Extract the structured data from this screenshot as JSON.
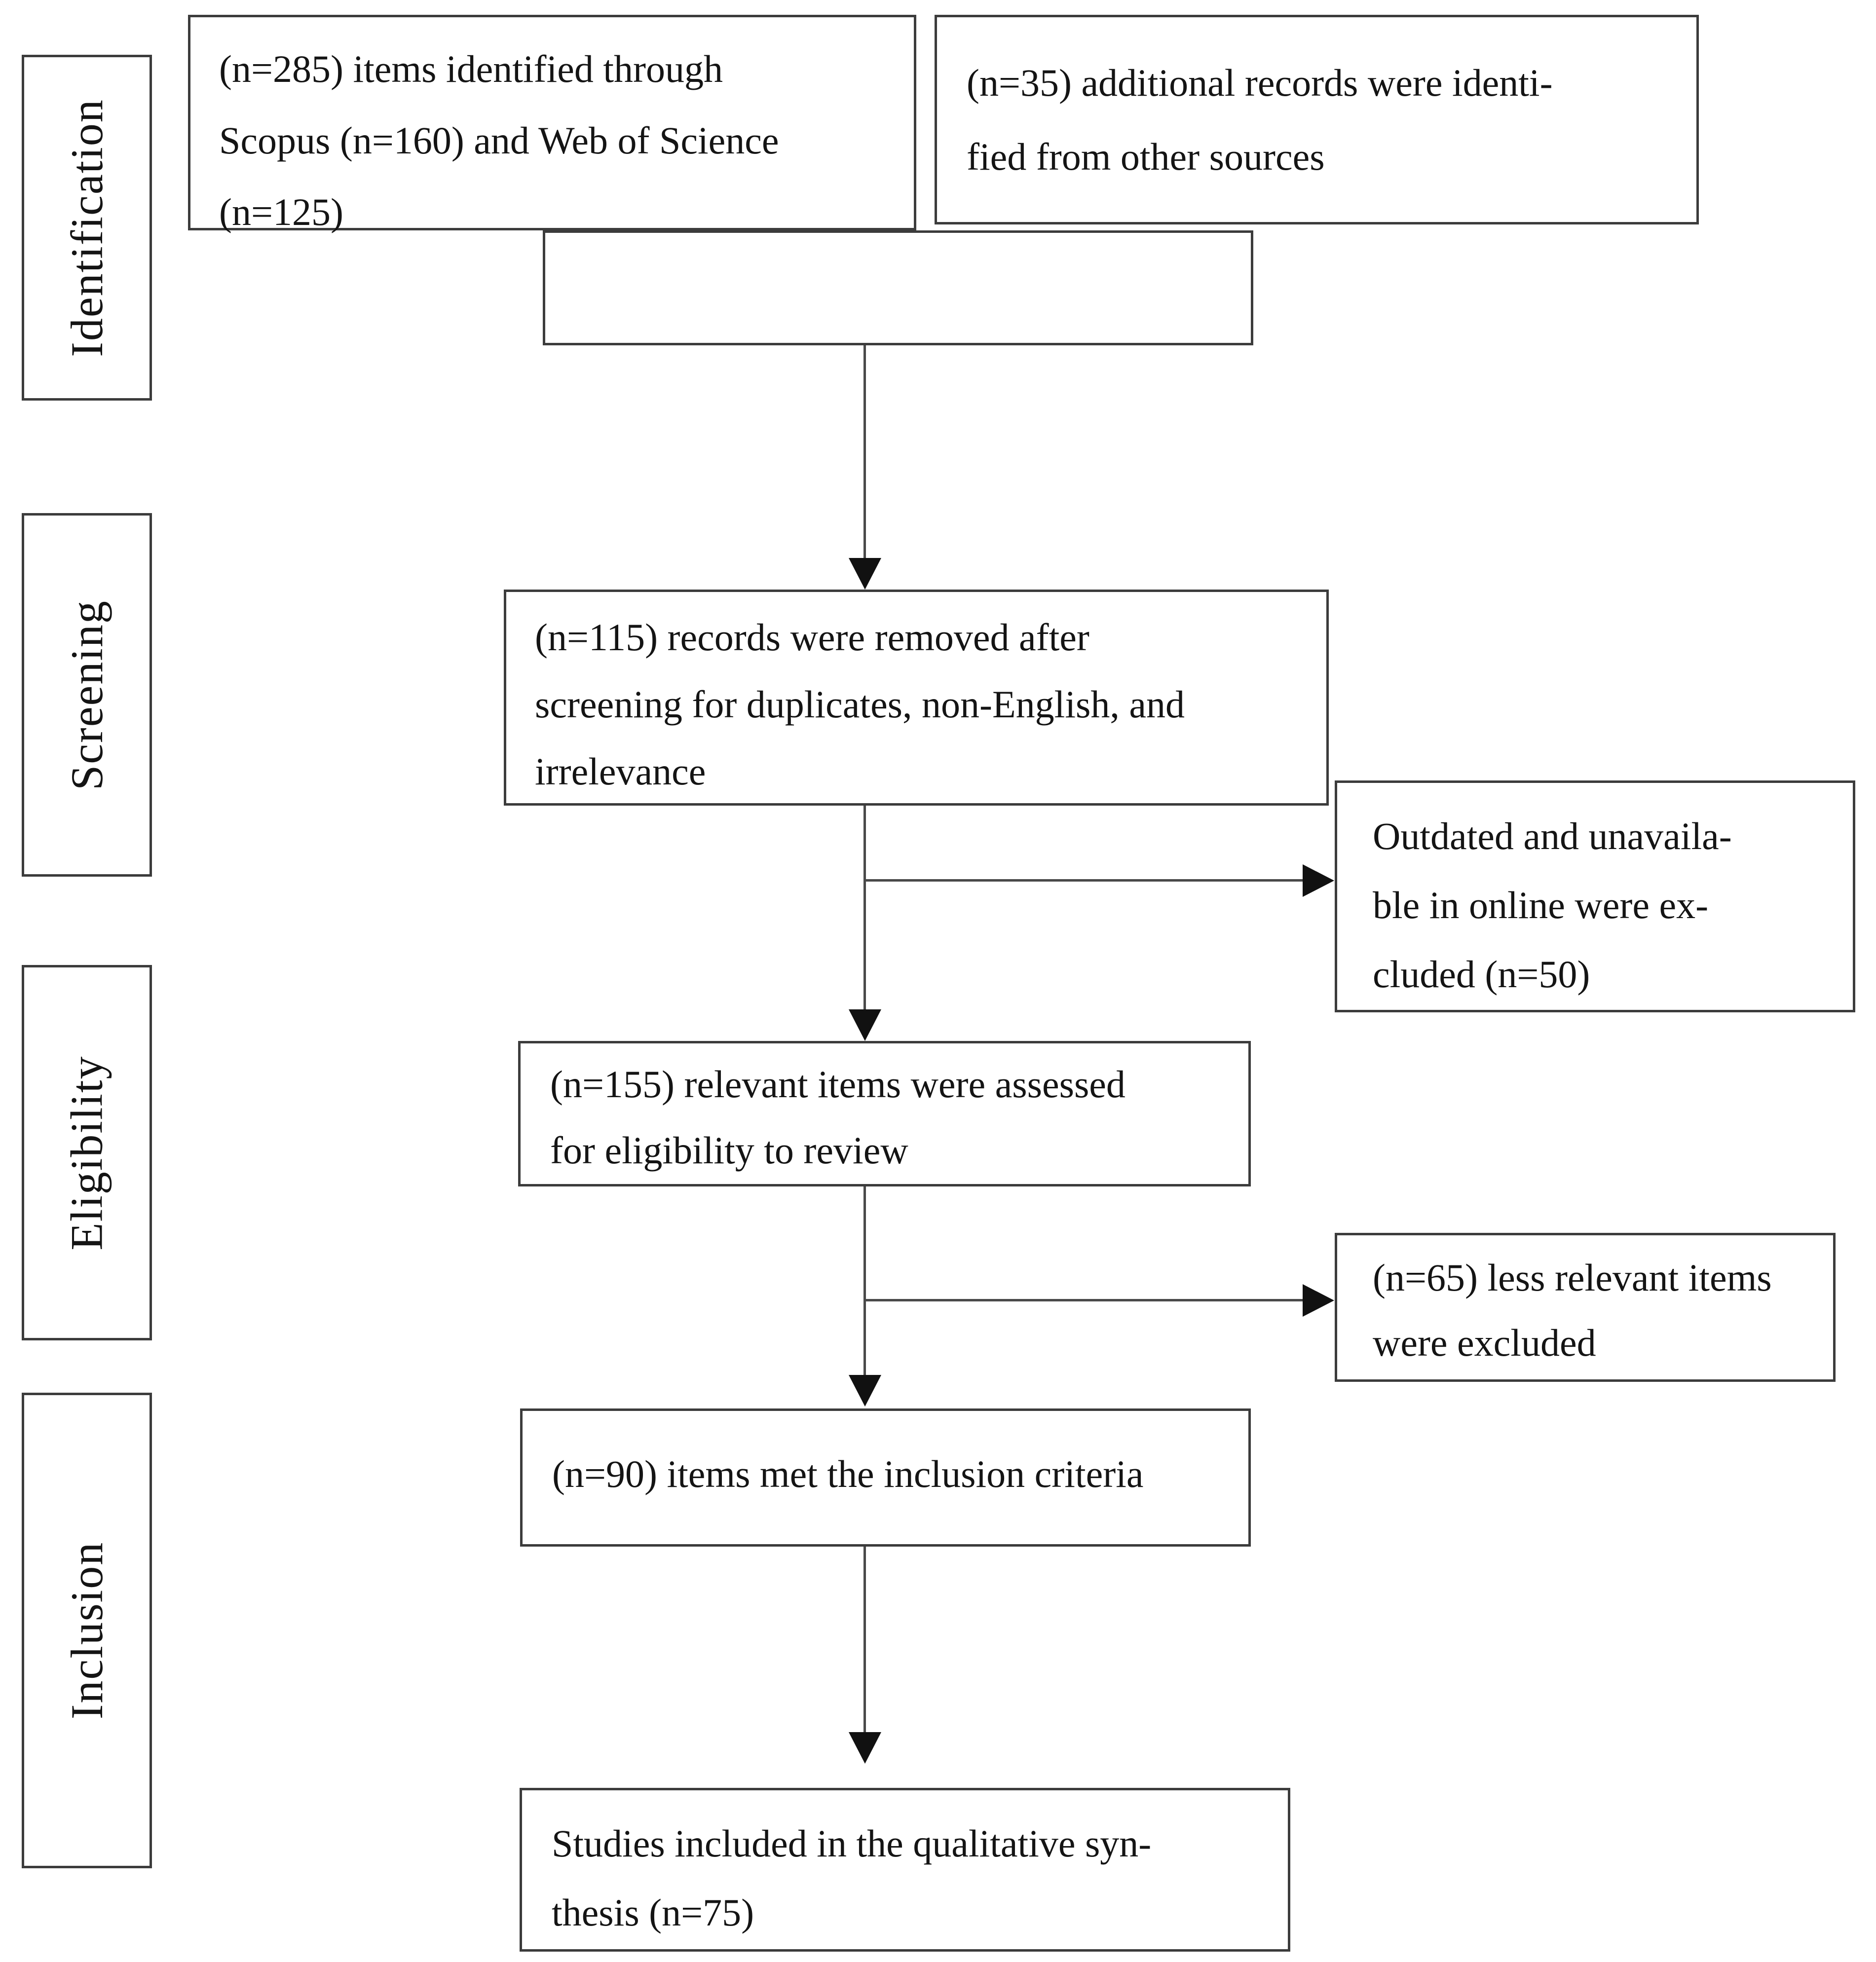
{
  "stages": [
    {
      "label": "Identification"
    },
    {
      "label": "Screening"
    },
    {
      "label": "Eligibility"
    },
    {
      "label": "Inclusion"
    }
  ],
  "boxes": {
    "identified": {
      "lines": [
        "(n=285) items identified through",
        "Scopus (n=160) and Web of Science",
        "(n=125)"
      ]
    },
    "additional": {
      "lines": [
        "(n=35) additional records were identi-",
        "fied from other sources"
      ]
    },
    "removed": {
      "lines": [
        "(n=115) records were removed after",
        "screening for duplicates, non-English, and",
        "irrelevance"
      ]
    },
    "outdated": {
      "lines": [
        "Outdated and unavaila-",
        "ble in online were ex-",
        "cluded (n=50)"
      ]
    },
    "assessed": {
      "lines": [
        "(n=155) relevant items were assessed",
        "for eligibility to review"
      ]
    },
    "less_relevant": {
      "lines": [
        "(n=65) less relevant items",
        "were excluded"
      ]
    },
    "met_criteria": {
      "lines": [
        "(n=90) items met the inclusion criteria"
      ]
    },
    "included": {
      "lines": [
        "Studies included in the qualitative syn-",
        "thesis (n=75)"
      ]
    }
  },
  "colors": {
    "background": "#ffffff",
    "box_border": "#3c3c3c",
    "connector_line": "#4a4a4a",
    "arrowhead": "#111111",
    "text": "#141414"
  }
}
